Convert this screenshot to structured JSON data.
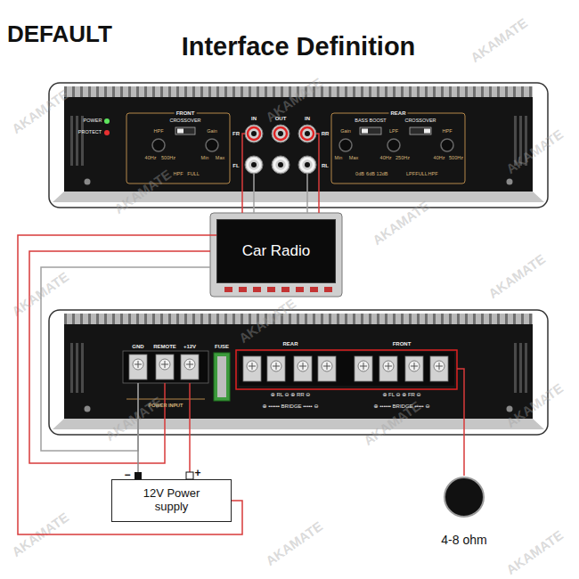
{
  "diagram": {
    "title": "Interface Definition",
    "nodes": [
      {
        "text": [
          "Car Radio"
        ]
      },
      {
        "text": [
          "12V Power supply"
        ]
      },
      {
        "text": [
          "4-8 ohm"
        ]
      }
    ],
    "edges": [
      {
        "from": 0,
        "to": 1,
        "arrow": "none"
      }
    ],
    "labels": [
      "DEFAULT",
      "POWER",
      "PROTECT",
      "FRONT",
      "CROSSOVER",
      "HPF",
      "40Hz",
      "500Hz",
      "HPF",
      "FULL",
      "Gain",
      "Min",
      "Max",
      "IN",
      "OUT",
      "FR",
      "FL",
      "IN",
      "RR",
      "RL",
      "REAR",
      "BASS BOOST",
      "CROSSOVER",
      "Gain",
      "Min",
      "Max",
      "0dB",
      "6dB",
      "12dB",
      "LPF",
      "40Hz",
      "250Hz",
      "LPF",
      "FULL",
      "HPF",
      "HPF",
      "40Hz",
      "500Hz",
      "GND",
      "REMOTE",
      "+12V",
      "POWER INPUT",
      "FUSE",
      "REAR",
      "FRONT",
      "⊕ RL ⊖ ⊕ RR ⊖",
      "⊕ FL ⊖ ⊕ FR ⊖",
      "⊕ •••••• BRIDGE ••••• ⊖",
      "⊕ •••••• BRIDGE ••••• ⊖",
      "−",
      "+",
      "AKAMATE",
      "AKAMATE",
      "AKAMATE",
      "AKAMATE",
      "AKAMATE",
      "AKAMATE",
      "AKAMATE",
      "AKAMATE",
      "AKAMATE",
      "AKAMATE",
      "AKAMATE",
      "AKAMATE",
      "AKAMATE",
      "AKAMATE",
      "AKAMATE"
    ]
  }
}
